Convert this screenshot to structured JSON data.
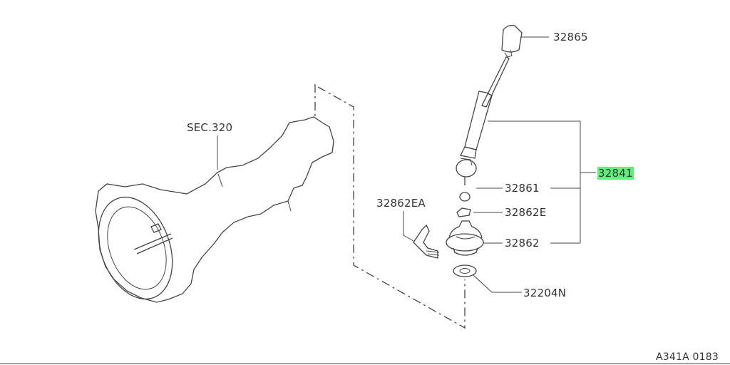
{
  "labels": {
    "sec": "SEC.320",
    "knob": "32865",
    "lever_assembly": "32841",
    "bushing": "32861",
    "clip": "32862E",
    "boot": "32862",
    "ring": "32204N",
    "band": "32862EA"
  },
  "footer": {
    "code": "A341A 0183"
  },
  "highlight_color": "#5ef07a"
}
